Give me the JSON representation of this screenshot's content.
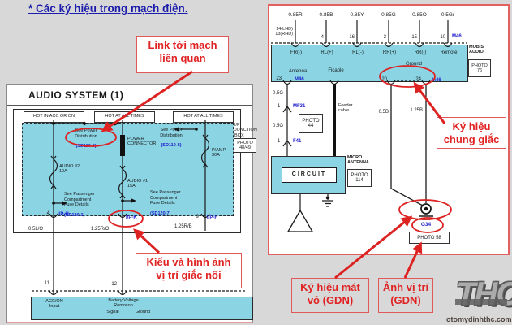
{
  "page": {
    "title": "* Các ký hiệu trong mạch điện."
  },
  "callouts": {
    "link_related": "Link tới mạch\nliên quan",
    "connector_style": "Kiểu và hình ảnh\nvị trí giắc nối",
    "shared_connector": "Ký hiệu\nchung giắc",
    "ground_symbol": "Ký hiệu mát\nvỏ (GDN)",
    "ground_photo": "Ảnh vị trí\n(GDN)"
  },
  "left_panel": {
    "title": "AUDIO SYSTEM (1)",
    "header1": "HOT IN ACC OR ON",
    "header2": "HOT AT ALL TIMES",
    "header3": "HOT AT ALL TIMES",
    "see_power_1": "See Power\nDistribution",
    "see_power_1_link": "(SD110-8)",
    "see_power_2": "See Power\nDistribution",
    "see_power_2_link": "(SD110-8)",
    "power_connector": "POWER\nCONNECTOR",
    "fuse_audio2": "AUDIO #2\n10A",
    "fuse_audio1": "AUDIO #1\n15A",
    "fuse_pamp": "P/AMP\n30A",
    "junction_box": "I/P\nJUNCTION\nBOX",
    "junction_photo": "PHOTO\n48/49",
    "passenger_1": "See Passenger\nCompartment\nFuse Details",
    "passenger_1_link": "(SD120-1)",
    "passenger_2": "See Passenger\nCompartment\nFuse Details",
    "passenger_2_link": "(SD120-7)",
    "pin4_num": "4",
    "pin4_name": "I/P-H",
    "pin_k_name": "I/P-K",
    "pin9_num": "9",
    "pin9_name": "I/P-F",
    "wire1": "0.5L/O",
    "wire2": "1.25R/O",
    "wire3": "1.25R/B",
    "pin11": "11",
    "pin12": "12",
    "acc_label": "ACC/ON\nInput",
    "batt_label": "Battery Voltage\nRemocon",
    "signal": "Signal",
    "ground": "Ground"
  },
  "right_panel": {
    "wire_labels": [
      "0.85R",
      "0.85B",
      "0.85Y",
      "0.85G",
      "0.85O",
      "0.5Gr"
    ],
    "pin_labels": [
      "14(LHD)\n13(RHD)",
      "4",
      "16",
      "3",
      "15",
      "10"
    ],
    "connector_m46_top": "M46",
    "row1": [
      "FR(-)",
      "RL(+)",
      "RL(-)",
      "RR(+)",
      "RR(-)",
      "Remote"
    ],
    "ground_label": "Ground",
    "antenna_label": "Antenna",
    "ficable_label": "Ficable",
    "mobis": "MOBIS\nAUDIO",
    "mobis_photo": "PHOTO\n76",
    "pin23": "23",
    "m46_left": "M46",
    "pin20": "20",
    "pin24": "24",
    "m46_right": "M46",
    "wire_05g_1": "0.5G",
    "mf31_num": "1",
    "mf31": "MF31",
    "photo44": "PHOTO\n44",
    "wire_05g_2": "0.5G",
    "f41_num": "1",
    "f41": "F41",
    "feeder": "Feeder\ncable",
    "wire_05b": "0.5B",
    "wire_125b": "1.25B",
    "circuit": "CIRCUIT",
    "micro": "MICRO\nANTENNA",
    "micro_photo": "PHOTO\n114",
    "g34": "G34",
    "g34_photo": "PHOTO 58"
  },
  "watermark": {
    "logo": "THC",
    "site": "otomydinhthc.com"
  }
}
